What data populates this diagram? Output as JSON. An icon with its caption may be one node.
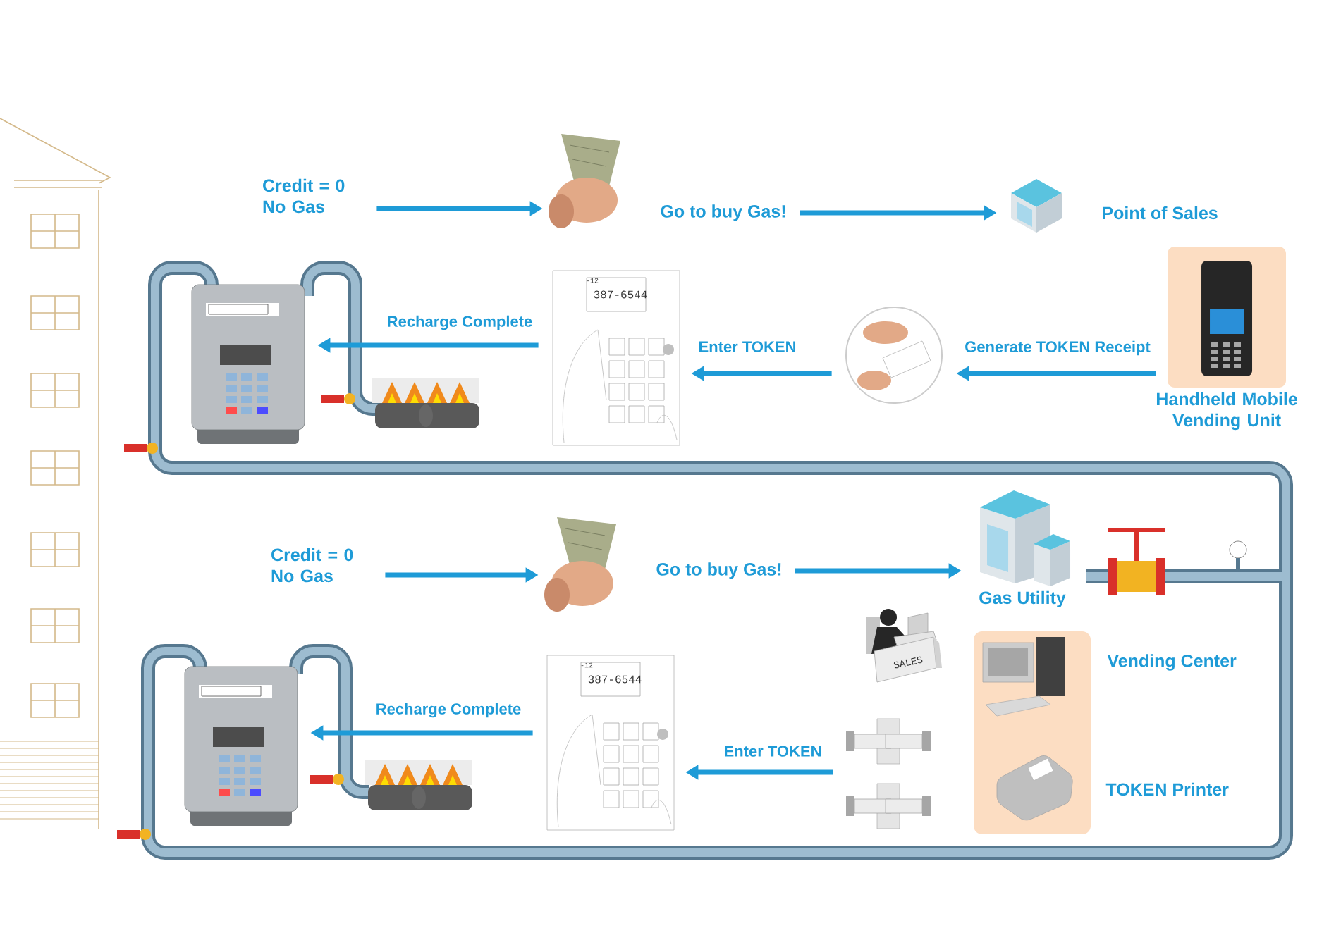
{
  "diagram": {
    "nodes": [
      {
        "text": [
          "Credit = 0 No Gas"
        ]
      },
      {
        "text": [],
        "shape": "picture"
      },
      {
        "text": [
          "Go to buy Gas!"
        ]
      },
      {
        "text": [],
        "shape": "picture",
        "beside": [
          "Point of Sales"
        ]
      },
      {
        "text": [
          "Handheld Mobile Vending Unit"
        ]
      },
      {
        "text": [],
        "shape": "picture"
      },
      {
        "text": [],
        "shape": "picture"
      },
      {
        "text": [],
        "shape": "picture"
      },
      {
        "text": [
          "Credit = 0 No Gas"
        ]
      },
      {
        "text": [],
        "shape": "picture"
      },
      {
        "text": [
          "Go to buy Gas!"
        ]
      },
      {
        "text": [
          "Gas Utility"
        ]
      },
      {
        "text": [],
        "shape": "box"
      },
      {
        "text": [],
        "shape": "picture",
        "in": 12,
        "beside": [
          "Vending Center"
        ]
      },
      {
        "text": [],
        "shape": "picture",
        "in": 12,
        "beside": [
          "TOKEN Printer"
        ]
      },
      {
        "text": [
          "SALES"
        ]
      },
      {
        "text": [],
        "shape": "picture"
      },
      {
        "text": [],
        "shape": "picture"
      },
      {
        "text": [],
        "shape": "picture"
      },
      {
        "text": [],
        "shape": "picture"
      }
    ],
    "edges": [
      {
        "from": 0,
        "to": 1,
        "arrow": "to"
      },
      {
        "from": 2,
        "to": 3,
        "arrow": "to"
      },
      {
        "from": 4,
        "to": 5,
        "arrow": "to",
        "label": "Generate TOKEN Receipt"
      },
      {
        "from": 5,
        "to": 6,
        "arrow": "to",
        "label": "Enter TOKEN"
      },
      {
        "from": 6,
        "to": 7,
        "arrow": "to",
        "label": "Recharge Complete"
      },
      {
        "from": 8,
        "to": 9,
        "arrow": "to"
      },
      {
        "from": 10,
        "to": 11,
        "arrow": "to"
      },
      {
        "from": 16,
        "to": 18,
        "arrow": "to",
        "label": "Enter TOKEN"
      },
      {
        "from": 18,
        "to": 19,
        "arrow": "to",
        "label": "Recharge Complete"
      }
    ],
    "labels": [
      "-12",
      "387-6544",
      "-12",
      "387-6544"
    ]
  }
}
